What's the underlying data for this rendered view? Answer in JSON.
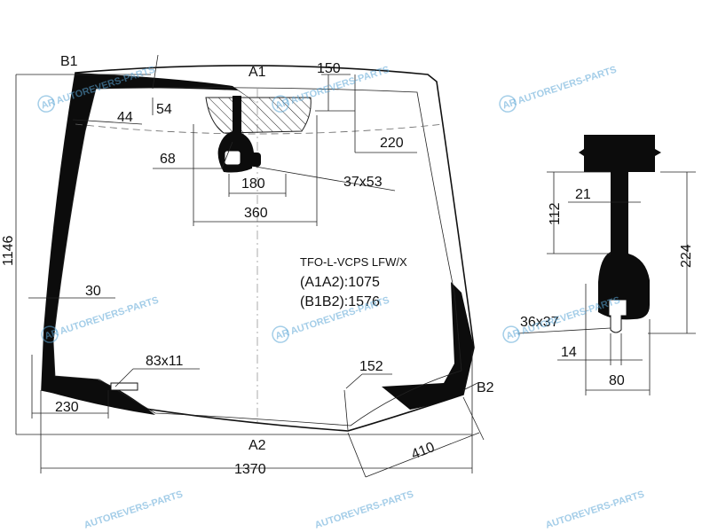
{
  "drawing": {
    "model_code": "TFO-L-VCPS LFW/X",
    "a1a2": "(A1A2):1075",
    "b1b2": "(B1B2):1576",
    "points": {
      "a1": "A1",
      "a2": "A2",
      "b1": "B1",
      "b2": "B2"
    },
    "dimensions": {
      "d150": "150",
      "d54": "54",
      "d44": "44",
      "d220": "220",
      "d68": "68",
      "d37x53": "37x53",
      "d180": "180",
      "d360": "360",
      "d1146": "1146",
      "d30": "30",
      "d83x11": "83x11",
      "d152": "152",
      "d230": "230",
      "d410": "410",
      "d1370": "1370"
    },
    "section": {
      "d21": "21",
      "d112": "112",
      "d224": "224",
      "d36x37": "36x37",
      "d14": "14",
      "d80": "80"
    },
    "watermark": "AUTOREVERS-PARTS",
    "watermark_logo": "AR"
  }
}
